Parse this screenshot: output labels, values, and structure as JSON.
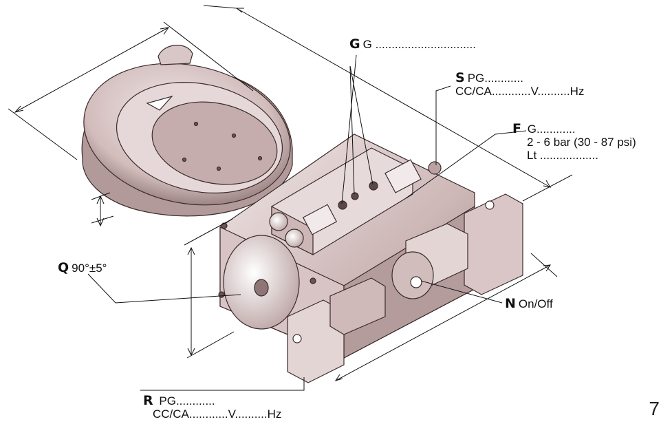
{
  "labels": {
    "g": {
      "key": "G",
      "text": "G",
      "dots": "..............................."
    },
    "s": {
      "key": "S",
      "line1": "PG",
      "dots1": "............",
      "line2": "CC/CA",
      "dots2": "............",
      "v": "V",
      "dots3": "..........",
      "hz": "Hz"
    },
    "f": {
      "key": "F",
      "line1": "G",
      "dots1": "............",
      "line2": "2 - 6 bar (30 - 87 psi)",
      "line3": "Lt",
      "dots3": ".................."
    },
    "q": {
      "key": "Q",
      "text": "90°±5°"
    },
    "n": {
      "key": "N",
      "text": "On/Off"
    },
    "r": {
      "key": "R",
      "line1": "PG",
      "dots1": "............",
      "line2": "CC/CA",
      "dots2": "............",
      "v": "V",
      "dots3": "..........",
      "hz": "Hz"
    }
  },
  "page_number": "7",
  "colors": {
    "metal_light": "#e9dcdc",
    "metal_mid": "#c9b3b3",
    "metal_dark": "#8f7676",
    "outline": "#3a2a2a"
  }
}
